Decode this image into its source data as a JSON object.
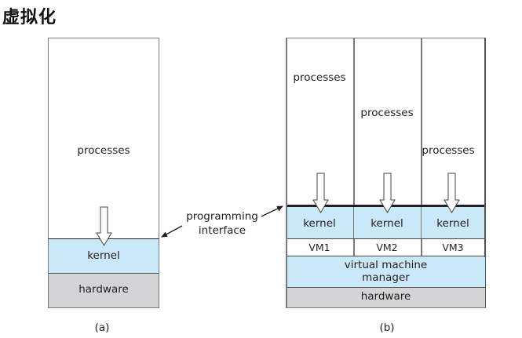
{
  "title": "虚拟化",
  "colors": {
    "kernel": "#c9e8f8",
    "hardware": "#d4d4d6",
    "vmm": "#c9e8f8",
    "border": "#7a7a7a",
    "interface_line": "#231f20"
  },
  "diagram_a": {
    "caption": "(a)",
    "processes_label": "processes",
    "kernel_label": "kernel",
    "hardware_label": "hardware"
  },
  "annotation": {
    "line1": "programming",
    "line2": "interface"
  },
  "diagram_b": {
    "caption": "(b)",
    "vms": [
      {
        "processes_label": "processes",
        "kernel_label": "kernel",
        "vm_label": "VM1"
      },
      {
        "processes_label": "processes",
        "kernel_label": "kernel",
        "vm_label": "VM2"
      },
      {
        "processes_label": "processes",
        "kernel_label": "kernel",
        "vm_label": "VM3"
      }
    ],
    "vmm_line1": "virtual machine",
    "vmm_line2": "manager",
    "hardware_label": "hardware"
  }
}
